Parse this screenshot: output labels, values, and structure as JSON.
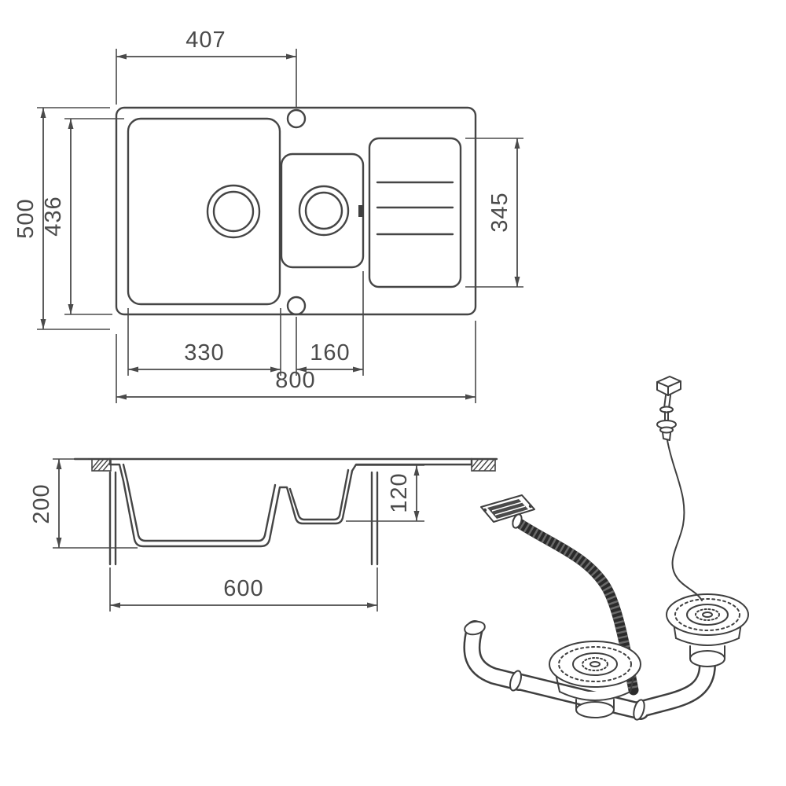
{
  "colors": {
    "line": "#454545",
    "dimension_text": "#4a4a4a",
    "hose": "#2b2b2b",
    "background": "#ffffff"
  },
  "plan_view": {
    "dimensions": {
      "tap_hole_offset": "407",
      "overall_depth": "500",
      "inner_depth": "436",
      "drainer_depth": "345",
      "main_bowl_width": "330",
      "half_bowl_width": "160",
      "overall_width": "800"
    }
  },
  "section_view": {
    "dimensions": {
      "main_bowl_depth": "200",
      "half_bowl_depth": "120",
      "base_cabinet_width": "600"
    }
  }
}
